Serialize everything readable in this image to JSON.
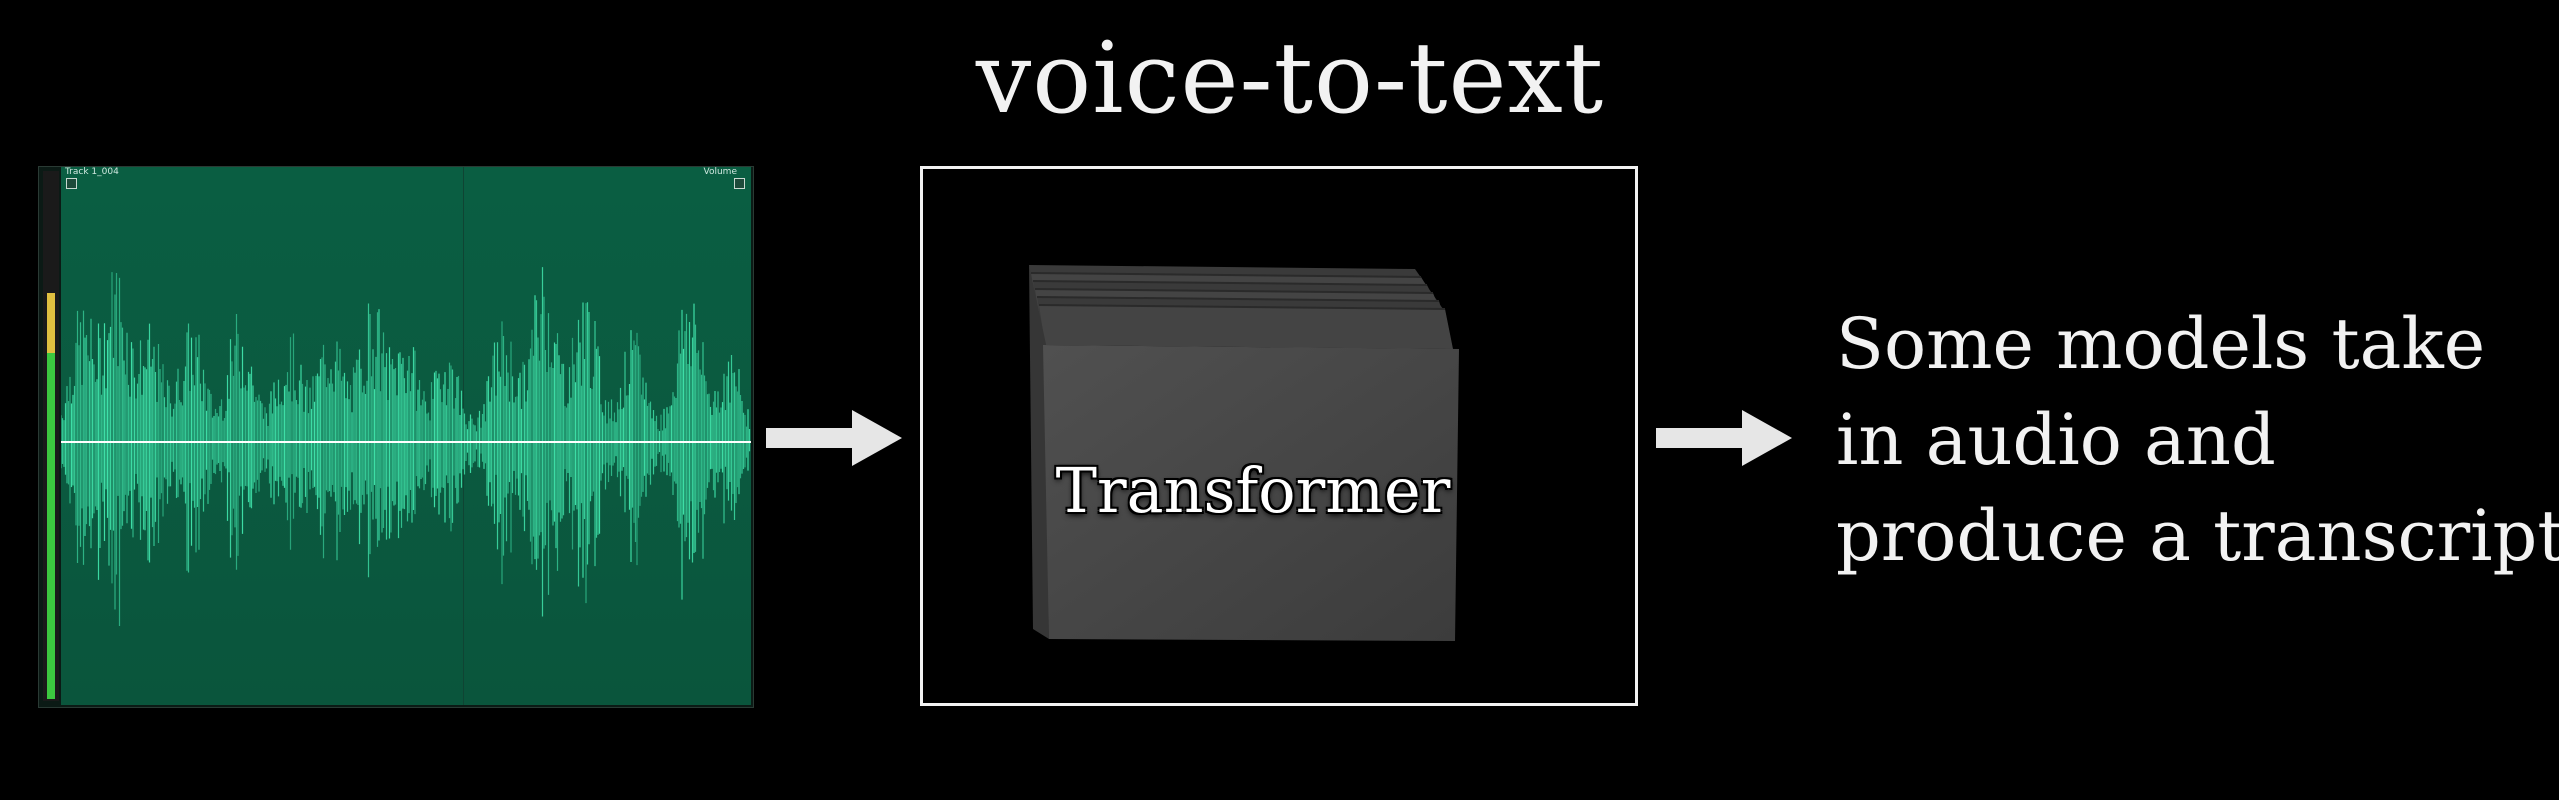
{
  "title": "voice-to-text",
  "audio_panel": {
    "track_name": "Track 1_004",
    "volume_label": "Volume",
    "colors": {
      "wave_bg": "#0b5a40",
      "waveform": "#3fe0a8",
      "center_line": "#ffffff",
      "meter_yellow": "#e0c040",
      "meter_green": "#3cc840"
    }
  },
  "model_box": {
    "label": "Transformer",
    "colors": {
      "border": "#f2f2f2",
      "block": "#4a4a4a"
    }
  },
  "description": {
    "lines": [
      "Some models take",
      "in audio and",
      "produce a transcript"
    ]
  },
  "icons": {
    "arrow_in": "right-arrow-icon",
    "arrow_out": "right-arrow-icon"
  }
}
